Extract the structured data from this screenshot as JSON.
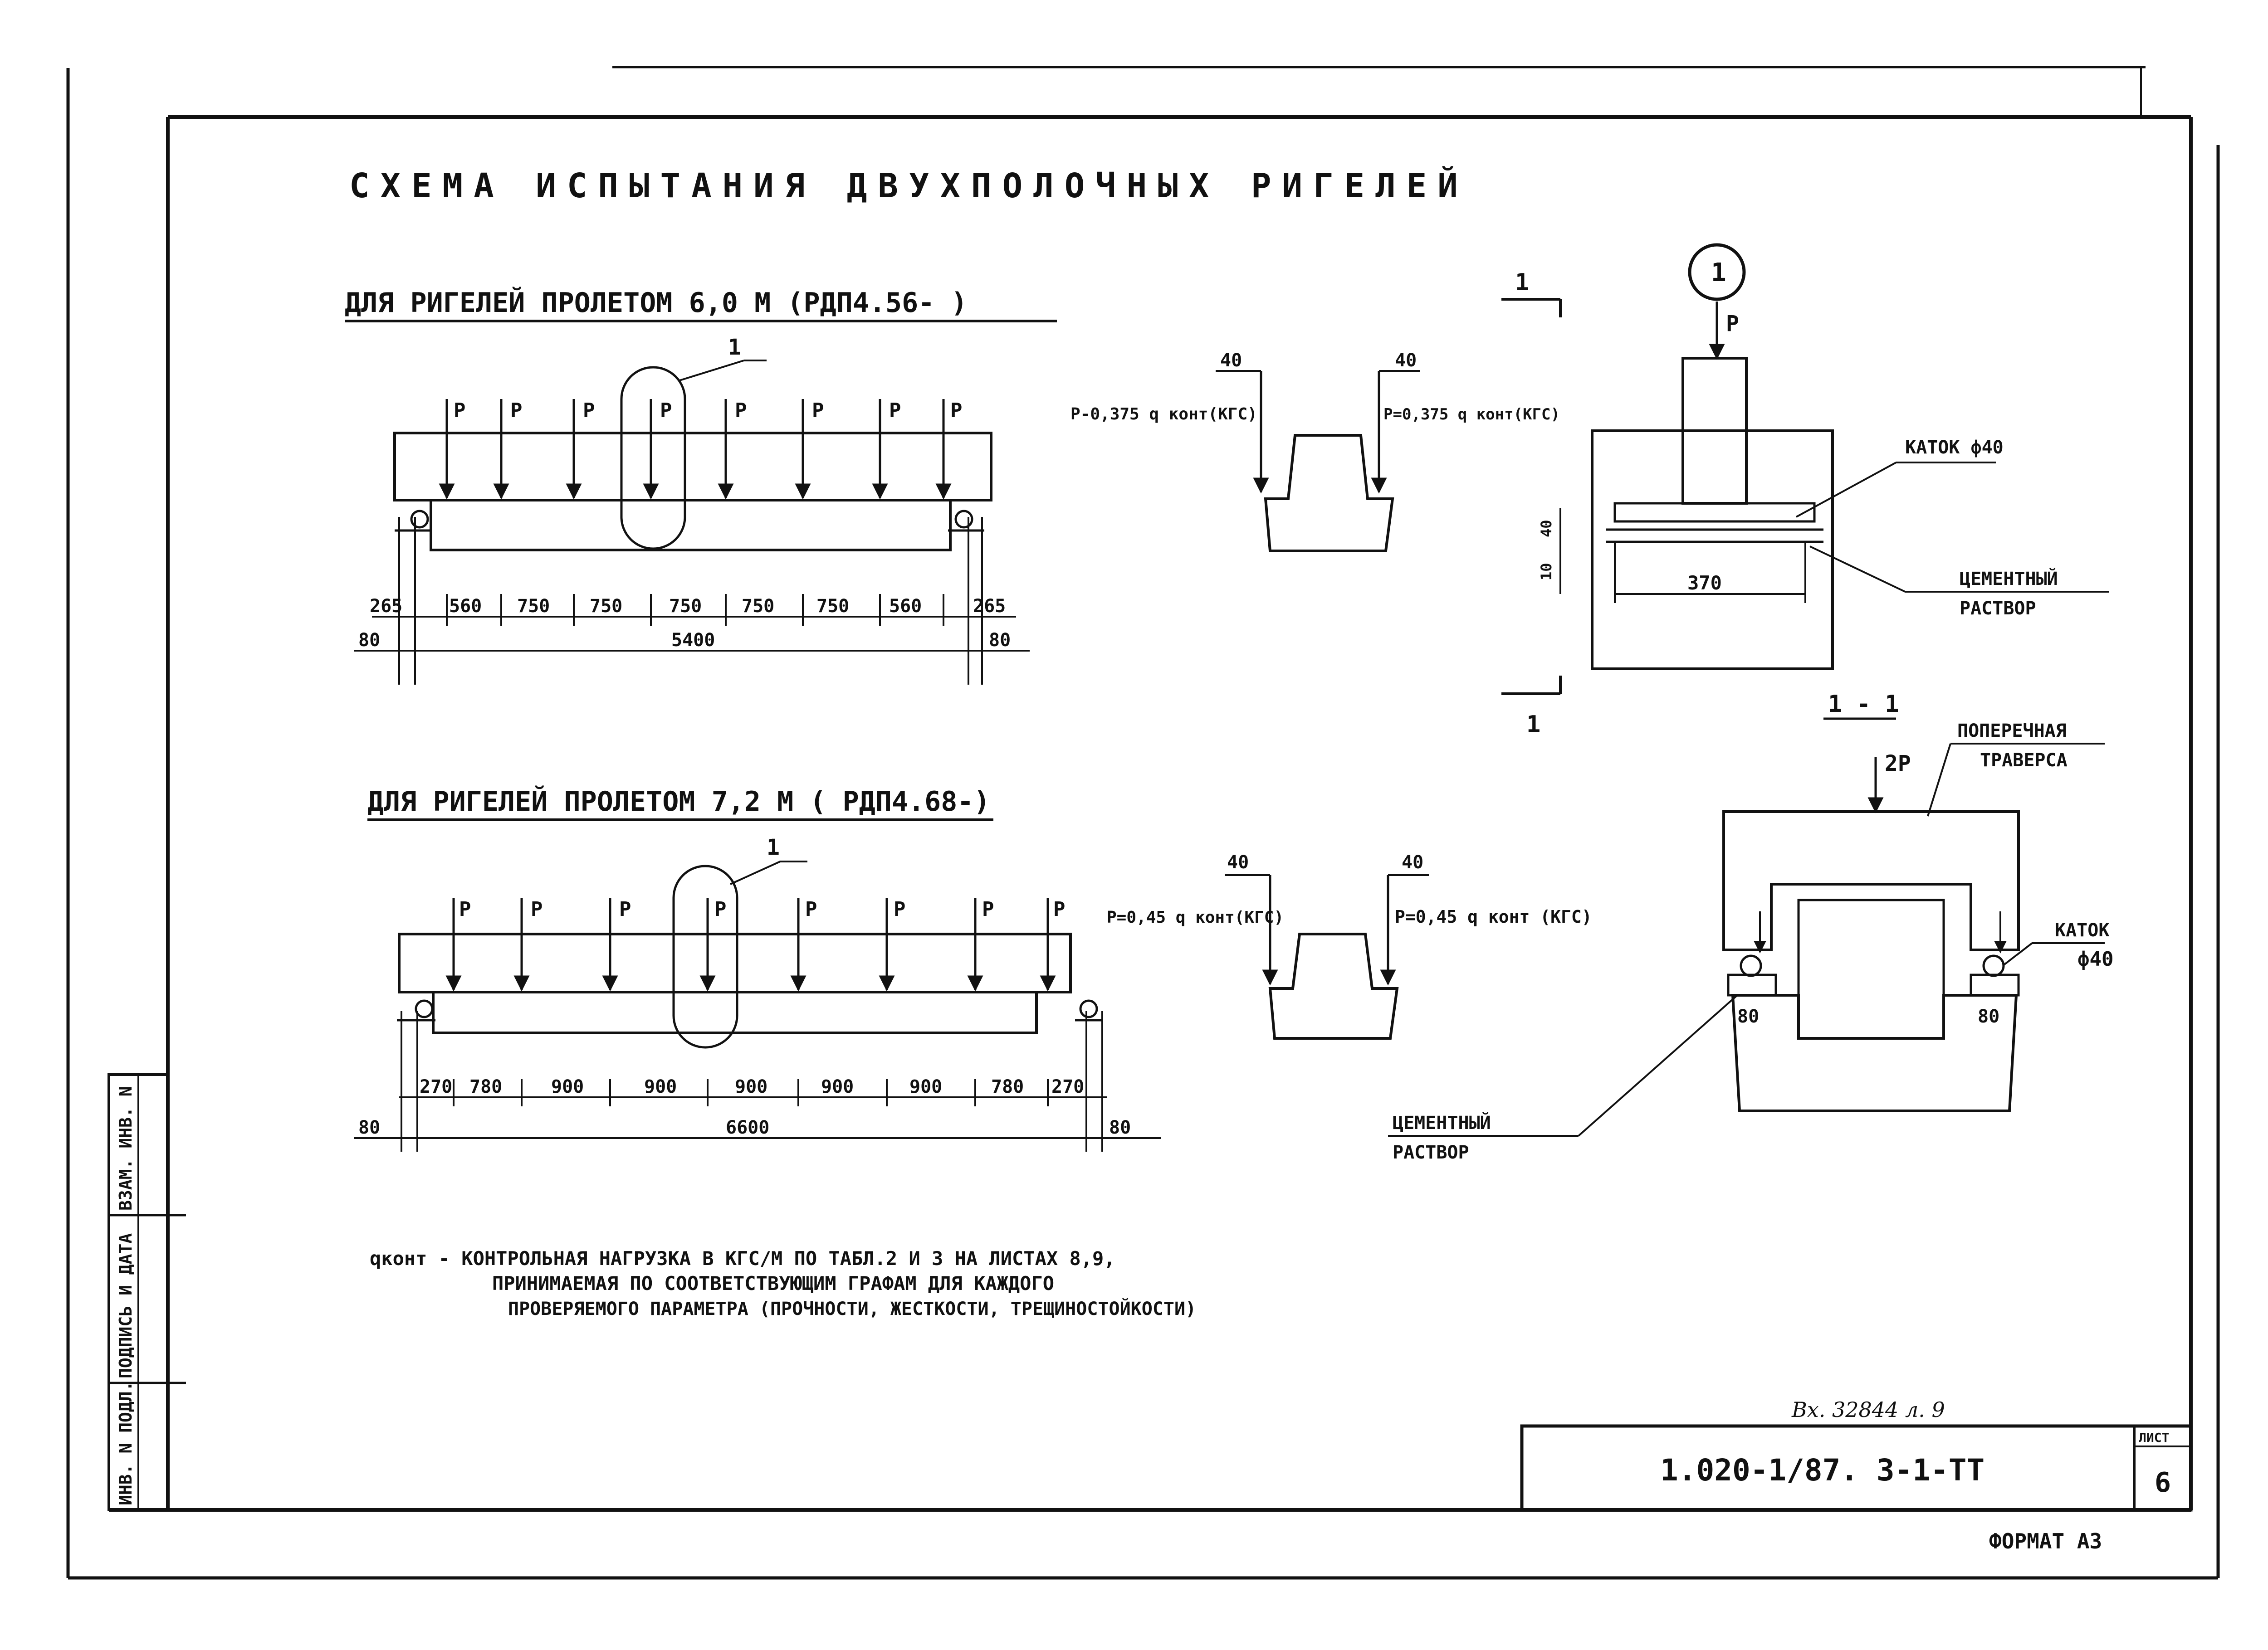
{
  "title": "СХЕМА ИСПЫТАНИЯ ДВУХПОЛОЧНЫХ РИГЕЛЕЙ",
  "scheme1": {
    "heading": "ДЛЯ РИГЕЛЕЙ ПРОЛЕТОМ 6,0 М (РДП4.56- )",
    "load_label": "Р",
    "callout": "1",
    "dims_top": [
      "265",
      "560",
      "750",
      "750",
      "750",
      "750",
      "750",
      "560",
      "265"
    ],
    "support_left": "80",
    "span": "5400",
    "support_right": "80",
    "section": {
      "dim_left": "40",
      "dim_right": "40",
      "force_left": "Р-0,375 q конт(КГС)",
      "force_right": "Р=0,375 q конт(КГС)"
    }
  },
  "scheme2": {
    "heading": "ДЛЯ РИГЕЛЕЙ ПРОЛЕТОМ 7,2 М ( РДП4.68-)",
    "load_label": "Р",
    "callout": "1",
    "dims_top": [
      "270",
      "780",
      "900",
      "900",
      "900",
      "900",
      "900",
      "780",
      "270"
    ],
    "support_left": "80",
    "span": "6600",
    "support_right": "80",
    "section": {
      "dim_left": "40",
      "dim_right": "40",
      "force_left": "Р=0,45 q конт(КГС)",
      "force_right": "Р=0,45 q конт (КГС)"
    }
  },
  "detail1": {
    "node": "1",
    "load": "Р",
    "section_mark": "1",
    "section_title": "1 - 1",
    "katok": "КАТОК ф40",
    "dim_40": "40",
    "dim_10": "10",
    "dim_370": "370",
    "cement_1": "ЦЕМЕНТНЫЙ",
    "cement_2": "РАСТВОР"
  },
  "detail2": {
    "load": "2Р",
    "traverse_1": "ПОПЕРЕЧНАЯ",
    "traverse_2": "ТРАВЕРСА",
    "katok_1": "КАТОК",
    "katok_2": "ф40",
    "dim_left": "80",
    "dim_right": "80",
    "cement_1": "ЦЕМЕНТНЫЙ",
    "cement_2": "РАСТВОР"
  },
  "note": {
    "line1": "qконт - КОНТРОЛЬНАЯ НАГРУЗКА В КГС/М ПО ТАБЛ.2 И 3 НА ЛИСТАХ 8,9,",
    "line2": "ПРИНИМАЕМАЯ ПО СООТВЕТСТВУЮЩИМ ГРАФАМ ДЛЯ КАЖДОГО",
    "line3": "ПРОВЕРЯЕМОГО ПАРАМЕТРА (ПРОЧНОСТИ, ЖЕСТКОСТИ, ТРЕЩИНОСТОЙКОСТИ)"
  },
  "side_stamp": {
    "inv": "ИНВ. N ПОДЛ.",
    "sign": "ПОДПИСЬ И ДАТА",
    "vzam": "ВЗАМ. ИНВ. N"
  },
  "title_block": {
    "handwritten": "Вх. 32844 л. 9",
    "code": "1.020-1/87. 3-1-ТТ",
    "sheet_label": "ЛИСТ",
    "sheet": "6"
  },
  "format": "ФОРМАТ А3"
}
